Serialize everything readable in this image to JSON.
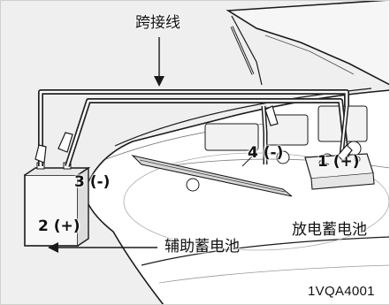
{
  "labels": {
    "jumper_cable": "跨接线",
    "booster_battery": "辅助蓄电池",
    "discharged_battery": "放电蓄电池",
    "step_1": "1 (+)",
    "step_2": "2 (+)",
    "step_3": "3 (-)",
    "step_4": "4 (-)",
    "figure_code": "1VQA4001"
  },
  "colors": {
    "background": "#efefef",
    "outline": "#1a1a1a",
    "cable_outer": "#222222",
    "cable_inner": "#ffffff"
  }
}
